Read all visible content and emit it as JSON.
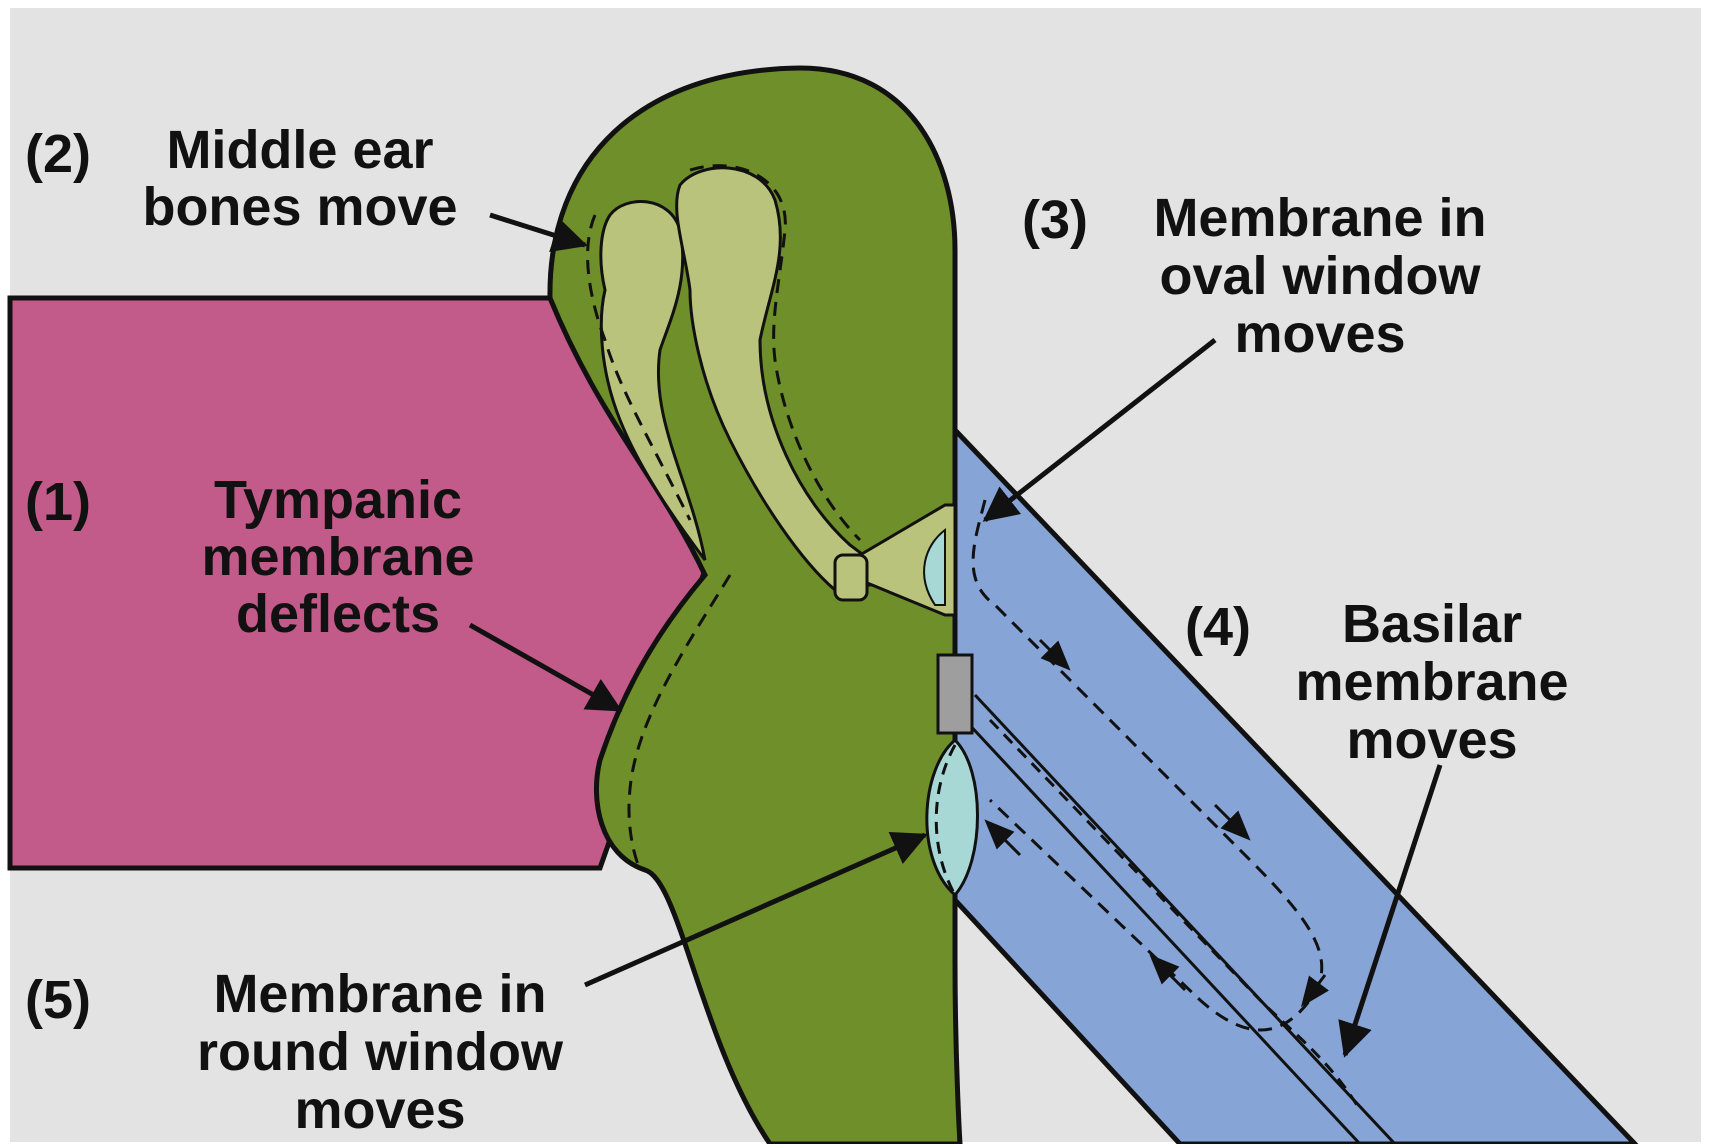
{
  "labels": {
    "step1": {
      "number": "(1)",
      "lines": [
        "Tympanic",
        "membrane",
        "deflects"
      ]
    },
    "step2": {
      "number": "(2)",
      "lines": [
        "Middle ear",
        "bones move"
      ]
    },
    "step3": {
      "number": "(3)",
      "lines": [
        "Membrane in",
        "oval window",
        "moves"
      ]
    },
    "step4": {
      "number": "(4)",
      "lines": [
        "Basilar",
        "membrane",
        "moves"
      ]
    },
    "step5": {
      "number": "(5)",
      "lines": [
        "Membrane in",
        "round window",
        "moves"
      ]
    }
  },
  "colors": {
    "background": "#e3e3e3",
    "ear_canal": "#c25a8a",
    "middle_ear": "#6f8f2a",
    "ossicles": "#b9c37c",
    "cochlea": "#86a4d6",
    "membrane": "#a7d8d6",
    "stapes_plate": "#9e9e9e",
    "outline": "#111111"
  }
}
